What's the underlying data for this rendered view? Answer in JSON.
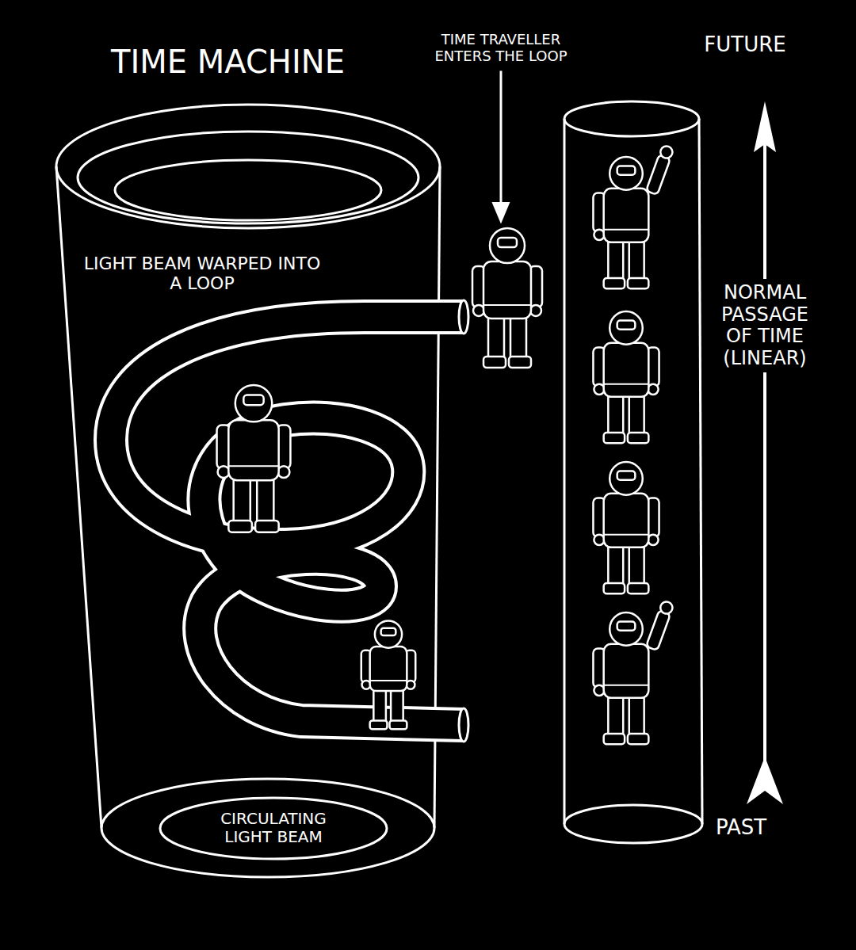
{
  "diagram": {
    "nodes": [
      {
        "text": [
          "TIME MACHINE",
          "LIGHT BEAM WARPED INTO A LOOP"
        ]
      },
      {
        "text": [
          "CIRCULATING LIGHT BEAM"
        ],
        "in": 0
      }
    ],
    "labels": [
      "TIME TRAVELLER ENTERS THE LOOP",
      "FUTURE",
      "NORMAL PASSAGE OF TIME (LINEAR)",
      "PAST"
    ]
  }
}
